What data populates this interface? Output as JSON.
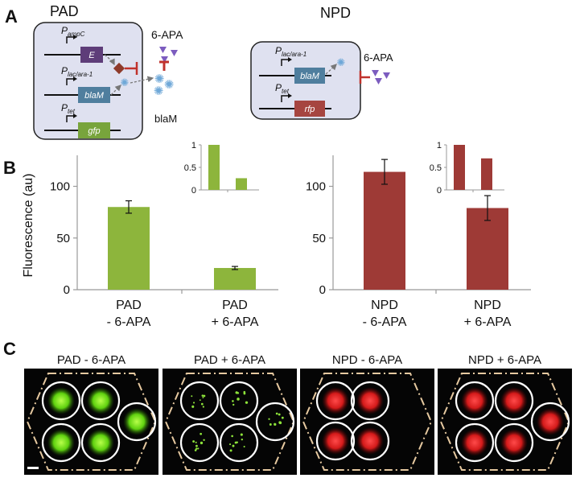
{
  "panels": {
    "a": {
      "label": "A",
      "pad": {
        "title": "PAD",
        "promoters": [
          {
            "p": "P",
            "sub": "ampC",
            "gene": "E",
            "color": "#5e3d79"
          },
          {
            "p": "P",
            "sub": "lac/ara-1",
            "gene": "blaM",
            "color": "#4f7e9e"
          },
          {
            "p": "P",
            "sub": "tet",
            "gene": "gfp",
            "color": "#78a43c"
          }
        ],
        "inducer": "6-APA",
        "enzyme": "blaM"
      },
      "npd": {
        "title": "NPD",
        "promoters": [
          {
            "p": "P",
            "sub": "lac/ara-1",
            "gene": "blaM",
            "color": "#4f7e9e"
          },
          {
            "p": "P",
            "sub": "tet",
            "gene": "rfp",
            "color": "#a64540"
          }
        ],
        "inducer": "6-APA"
      }
    },
    "b": {
      "label": "B",
      "ylabel": "Fluorescence (au)"
    },
    "c": {
      "label": "C",
      "images": [
        {
          "title": "PAD  - 6-APA"
        },
        {
          "title": "PAD  + 6-APA"
        },
        {
          "title": "NPD  - 6-APA"
        },
        {
          "title": "NPD  + 6-APA"
        }
      ]
    }
  },
  "chart_data": [
    {
      "type": "bar",
      "categories": [
        "PAD\n- 6-APA",
        "PAD\n+ 6-APA"
      ],
      "values": [
        80,
        21
      ],
      "errors": [
        6,
        1.5
      ],
      "ylabel": "Fluorescence (au)",
      "ylim": [
        0,
        130
      ],
      "yticks": [
        0,
        50,
        100
      ],
      "color": "#8db53c",
      "inset": {
        "values": [
          1,
          0.26
        ],
        "ylim": [
          0,
          1
        ],
        "yticks": [
          "0",
          "0.5",
          "1"
        ]
      }
    },
    {
      "type": "bar",
      "categories": [
        "NPD\n- 6-APA",
        "NPD\n+ 6-APA"
      ],
      "values": [
        114,
        79
      ],
      "errors": [
        12,
        12
      ],
      "ylim": [
        0,
        130
      ],
      "yticks": [
        0,
        50,
        100
      ],
      "color": "#9e3a36",
      "inset": {
        "values": [
          1,
          0.7
        ],
        "ylim": [
          0,
          1
        ],
        "yticks": [
          "0",
          "0.5",
          "1"
        ]
      }
    }
  ],
  "colors": {
    "green": "#8db53c",
    "red": "#9e3a36",
    "box_fill": "#dfe1f0",
    "inhibit": "#c0322c",
    "drop_purple": "#7c5cbf"
  }
}
